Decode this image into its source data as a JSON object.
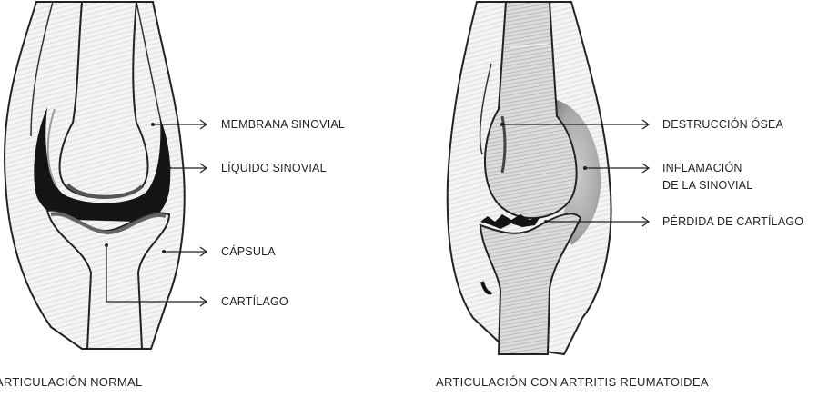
{
  "normal": {
    "caption": "ARTICULACIÓN NORMAL",
    "labels": {
      "membrana": "MEMBRANA SINOVIAL",
      "liquido": "LÍQUIDO SINOVIAL",
      "capsula": "CÁPSULA",
      "cartilago": "CARTÍLAGO"
    }
  },
  "artritis": {
    "caption": "ARTICULACIÓN CON ARTRITIS REUMATOIDEA",
    "labels": {
      "destruccion": "DESTRUCCIÓN ÓSEA",
      "inflamacion_1": "INFLAMACIÓN",
      "inflamacion_2": "DE LA SINOVIAL",
      "perdida": "PÉRDIDA DE CARTÍLAGO"
    }
  }
}
